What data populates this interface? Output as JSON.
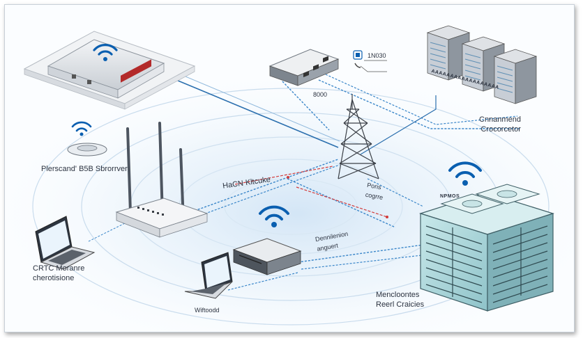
{
  "labels": {
    "top_router_label": "8000",
    "phone_label": "1N030",
    "rack_banner": "AAAAAAAAAAAAAAAAAA",
    "connection_label_1": "Cnnanmend",
    "connection_label_2": "Crocorcetor",
    "satellite_label": "Plerscand' B5B Sbrorrver",
    "hacn_label": "HaCN Kltcuke",
    "tower_label_1": "Pons",
    "tower_label_2": "cogrre",
    "laptop_left_1": "CRTC Moranre",
    "laptop_left_2": "cherotisione",
    "bottom_laptop_label": "Wiftoodd",
    "center_label_1": "Dennilenion",
    "center_label_2": "anguert",
    "server_top_tag": "NPMOS",
    "servers_label_1": "Mencloontes",
    "servers_label_2": "Reerl Craicies"
  },
  "icons": [
    "wifi-icon",
    "router-icon",
    "tower-icon",
    "server-rack-icon",
    "laptop-icon",
    "satellite-dish-icon",
    "phone-icon"
  ],
  "colors": {
    "wifi_blue": "#0a5fb0",
    "link_blue": "#2b6fae",
    "dashed_link": "#3a86c9",
    "alert_red": "#d23a3a",
    "server_teal": "#a9d7dc"
  }
}
